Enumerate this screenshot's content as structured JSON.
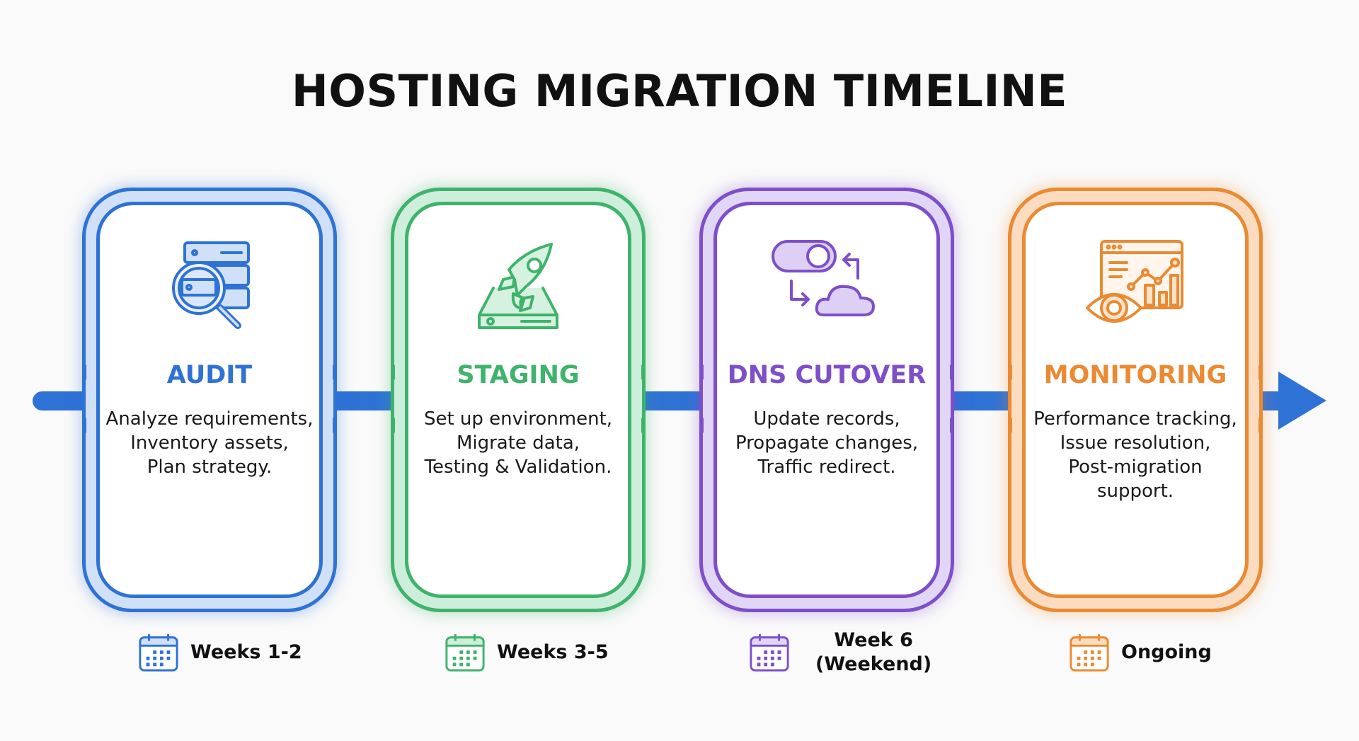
{
  "title": "HOSTING MIGRATION TIMELINE",
  "colors": {
    "axis": "#2f72d6",
    "audit": "#2f72d6",
    "staging": "#3fb36b",
    "dns": "#7e4fc9",
    "monitoring": "#ea8a32"
  },
  "phases": [
    {
      "name": "AUDIT",
      "icon": "server-search-icon",
      "desc": [
        "Analyze requirements,",
        "Inventory assets,",
        "Plan strategy."
      ],
      "when": "Weeks 1-2"
    },
    {
      "name": "STAGING",
      "icon": "rocket-launch-icon",
      "desc": [
        "Set up environment,",
        "Migrate data,",
        "Testing & Validation."
      ],
      "when": "Weeks 3-5"
    },
    {
      "name": "DNS CUTOVER",
      "icon": "toggle-cloud-switch-icon",
      "desc": [
        "Update records,",
        "Propagate changes,",
        "Traffic redirect."
      ],
      "when_lines": [
        "Week 6",
        "(Weekend)"
      ]
    },
    {
      "name": "MONITORING",
      "icon": "dashboard-eye-icon",
      "desc": [
        "Performance tracking,",
        "Issue resolution,",
        "Post-migration",
        "support."
      ],
      "when": "Ongoing"
    }
  ]
}
